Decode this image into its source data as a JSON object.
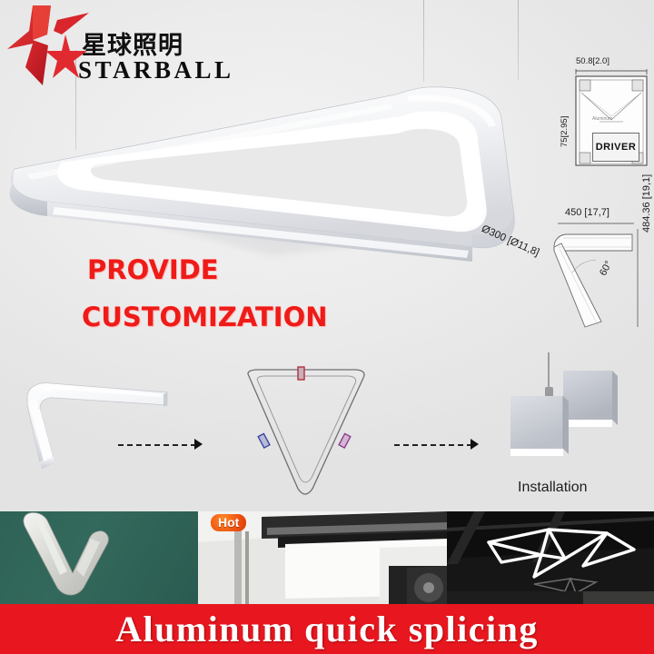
{
  "brand": {
    "name_cn": "星球照明",
    "name_en": "STARBALL",
    "logo_icon": "star-logo-icon",
    "logo_color": "#d8232a"
  },
  "hero": {
    "product_icon": "triangular-pendant-lamp",
    "diameter_callout": "Ø300 [Ø11,8]",
    "promo_line_1": "PROVIDE",
    "promo_line_2": "CUSTOMIZATION",
    "promo_color": "#ee1c18"
  },
  "tech_drawings": {
    "section": {
      "width_label": "50.8[2.0]",
      "height_label": "75[2.95]",
      "driver_label": "DRIVER",
      "material_note": "Aluminum"
    },
    "corner": {
      "top_label": "450 [17,7]",
      "side_label": "484.36 [19,1]",
      "angle_label": "60°"
    }
  },
  "process": {
    "stage_1_icon": "single-bent-segment",
    "stage_2_icon": "triangle-splice-outline",
    "stage_3_icon": "installation-bracket",
    "stage_3_label": "Installation",
    "arrow_icon": "dashed-arrow-right",
    "splice_colors": [
      "#c0392b",
      "#3a46a0",
      "#8e3b8e"
    ]
  },
  "photos": [
    {
      "name": "v-shape-profile-photo",
      "badge": ""
    },
    {
      "name": "production-line-photo",
      "badge": "Hot"
    },
    {
      "name": "ceiling-installation-photo",
      "badge": ""
    }
  ],
  "banner": {
    "text": "Aluminum quick splicing",
    "background": "#e8171f",
    "text_color": "#ffffff"
  }
}
